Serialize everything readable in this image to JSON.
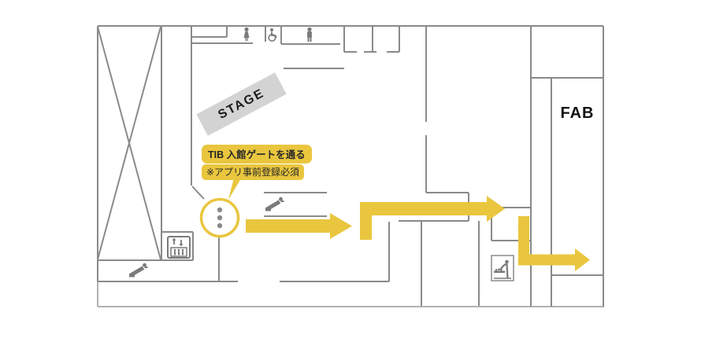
{
  "map": {
    "stage_label": "STAGE",
    "fab_label": "FAB",
    "callout": {
      "line1": "TIB 入館ゲートを通る",
      "line2": "※アプリ事前登録必須"
    }
  },
  "colors": {
    "accent_yellow": "#e9c63e",
    "wall_gray": "#8a8a8a",
    "outer_gray": "#b0b0b0",
    "icon_gray": "#7a7a7a",
    "stage_fill": "#d3d3d3",
    "stage_text": "#1b1b1b",
    "callout_text": "#262626",
    "background": "#ffffff"
  },
  "icons": {
    "legend": [
      "woman-icon",
      "wheelchair-icon",
      "man-icon",
      "escalator-icon",
      "elevator-icon",
      "gate-dots-icon",
      "baby-care-icon"
    ]
  }
}
